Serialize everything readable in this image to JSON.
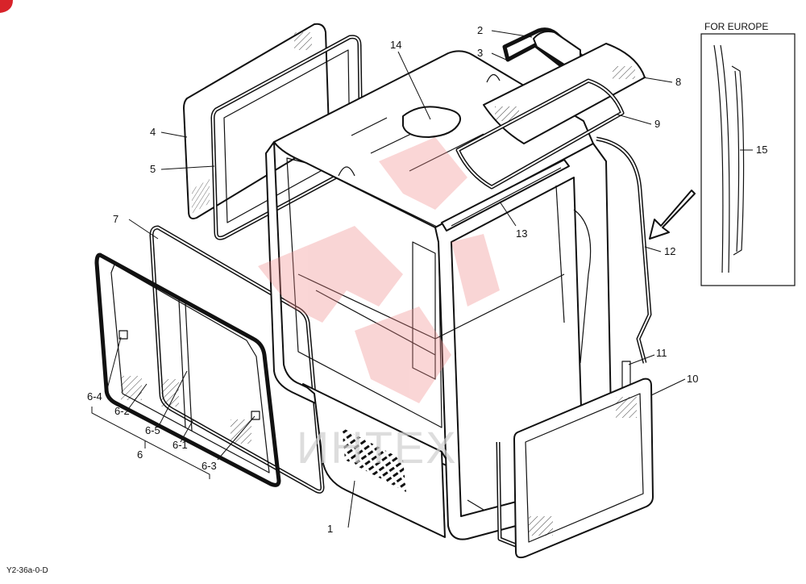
{
  "inset": {
    "title": "FOR EUROPE"
  },
  "watermark": {
    "text": "ИНТЕХ"
  },
  "reference_code": "Y2-36a-0-D",
  "callouts": [
    "1",
    "2",
    "3",
    "4",
    "5",
    "6",
    "6-1",
    "6-2",
    "6-3",
    "6-4",
    "6-5",
    "7",
    "8",
    "9",
    "10",
    "11",
    "12",
    "13",
    "14",
    "15"
  ],
  "colors": {
    "line": "#111111",
    "watermark": "#f08a8a",
    "badge": "#d8232a"
  }
}
